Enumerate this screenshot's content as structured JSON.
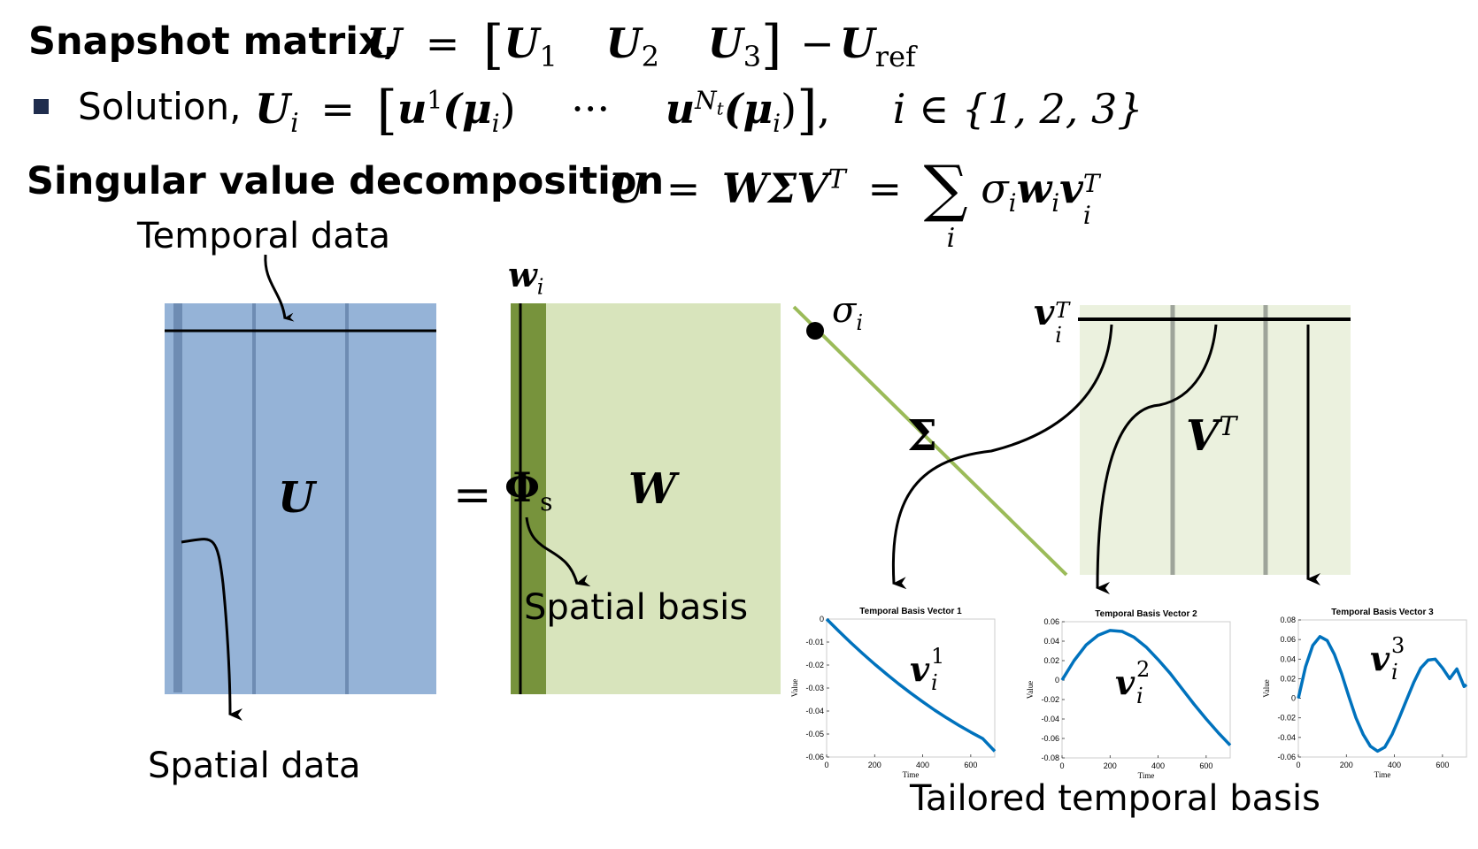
{
  "header": {
    "snapshot_title": "Snapshot matrix,",
    "snapshot_eq": {
      "lhs": "U",
      "eq": "=",
      "b1": "U",
      "s1": "1",
      "b2": "U",
      "s2": "2",
      "b3": "U",
      "s3": "3",
      "minus": "−",
      "bref": "U",
      "sref": "ref"
    },
    "solution_label": "Solution,",
    "solution_eq": {
      "lhs": "U",
      "lhs_sub": "i",
      "eq": "=",
      "u1": "u",
      "u1_sup": "1",
      "arg1": "(μ",
      "arg1_sub": "i",
      "arg1_close": ")",
      "dots": "···",
      "u2": "u",
      "u2_sup": "N",
      "u2_supsub": "t",
      "arg2": "(μ",
      "arg2_sub": "i",
      "arg2_close": ")",
      "comma": ",",
      "set": "i ∈ {1, 2, 3}"
    },
    "svd_title": "Singular value decomposition",
    "svd_eq": {
      "lhs": "U",
      "eq": "=",
      "rhs": "WΣV",
      "sup": "T",
      "eq2": "=",
      "sum": "∑",
      "sum_sub": "i",
      "sigma": "σ",
      "w": "w",
      "v": "v",
      "sub": "i",
      "vsup": "T"
    }
  },
  "labels": {
    "temporal_data": "Temporal data",
    "spatial_data": "Spatial data",
    "spatial_basis": "Spatial basis",
    "tailored_temporal_basis": "Tailored temporal basis"
  },
  "matrices": {
    "U": {
      "symbol": "U",
      "color": "#95b3d7",
      "stripe_color": "#6e8cb3"
    },
    "eq": "=",
    "phi": {
      "symbol": "Φ",
      "sub": "s"
    },
    "W": {
      "symbol": "W",
      "color": "#d8e4bc",
      "column_color": "#77933c",
      "col_label": "w",
      "col_label_sub": "i"
    },
    "Sigma": {
      "symbol": "Σ",
      "line_color": "#9bbb59",
      "point_label": "σ",
      "point_sub": "i"
    },
    "VT": {
      "symbol": "V",
      "sup": "T",
      "color": "#ebf1de",
      "row_label": "v",
      "row_label_sub": "i",
      "row_label_sup": "T"
    }
  },
  "chart_data": [
    {
      "type": "line",
      "title": "Temporal Basis Vector 1",
      "xlabel": "Time",
      "ylabel": "Value",
      "xlim": [
        0,
        700
      ],
      "ylim": [
        -0.06,
        0
      ],
      "xticks": [
        0,
        200,
        400,
        600
      ],
      "yticks": [
        0,
        -0.01,
        -0.02,
        -0.03,
        -0.04,
        -0.05,
        -0.06
      ],
      "ytick_labels": [
        "0",
        "-0.01",
        "-0.02",
        "-0.03",
        "-0.04",
        "-0.05",
        "-0.06"
      ],
      "series": [
        {
          "color": "#0072bd",
          "x": [
            0,
            50,
            100,
            150,
            200,
            250,
            300,
            350,
            400,
            450,
            500,
            550,
            600,
            650,
            700
          ],
          "y": [
            0,
            -0.0052,
            -0.0102,
            -0.015,
            -0.0196,
            -0.024,
            -0.0282,
            -0.0322,
            -0.036,
            -0.0396,
            -0.043,
            -0.0462,
            -0.0492,
            -0.052,
            -0.0575
          ]
        }
      ],
      "annotation": {
        "base": "v",
        "sub": "i",
        "sup": "1"
      }
    },
    {
      "type": "line",
      "title": "Temporal Basis Vector 2",
      "xlabel": "Time",
      "ylabel": "Value",
      "xlim": [
        0,
        700
      ],
      "ylim": [
        -0.08,
        0.06
      ],
      "xticks": [
        0,
        200,
        400,
        600
      ],
      "yticks": [
        0.06,
        0.04,
        0.02,
        0,
        -0.02,
        -0.04,
        -0.06,
        -0.08
      ],
      "ytick_labels": [
        "0.06",
        "0.04",
        "0.02",
        "0",
        "-0.02",
        "-0.04",
        "-0.06",
        "-0.08"
      ],
      "series": [
        {
          "color": "#0072bd",
          "x": [
            0,
            50,
            100,
            150,
            200,
            250,
            300,
            350,
            400,
            450,
            500,
            550,
            600,
            650,
            700
          ],
          "y": [
            0.0,
            0.02,
            0.036,
            0.046,
            0.051,
            0.05,
            0.044,
            0.034,
            0.021,
            0.007,
            -0.009,
            -0.025,
            -0.04,
            -0.054,
            -0.067
          ]
        }
      ],
      "annotation": {
        "base": "v",
        "sub": "i",
        "sup": "2"
      }
    },
    {
      "type": "line",
      "title": "Temporal Basis Vector 3",
      "xlabel": "Time",
      "ylabel": "Value",
      "xlim": [
        0,
        700
      ],
      "ylim": [
        -0.06,
        0.08
      ],
      "xticks": [
        0,
        200,
        400,
        600
      ],
      "yticks": [
        0.08,
        0.06,
        0.04,
        0.02,
        0,
        -0.02,
        -0.04,
        -0.06
      ],
      "ytick_labels": [
        "0.08",
        "0.06",
        "0.04",
        "0.02",
        "0",
        "-0.02",
        "-0.04",
        "-0.06"
      ],
      "series": [
        {
          "color": "#0072bd",
          "x": [
            0,
            30,
            60,
            90,
            120,
            150,
            180,
            210,
            240,
            270,
            300,
            330,
            360,
            390,
            420,
            450,
            480,
            510,
            540,
            570,
            600,
            630,
            660,
            690,
            700
          ],
          "y": [
            0.0,
            0.032,
            0.054,
            0.063,
            0.059,
            0.045,
            0.025,
            0.002,
            -0.02,
            -0.037,
            -0.049,
            -0.054,
            -0.05,
            -0.037,
            -0.02,
            -0.002,
            0.016,
            0.031,
            0.039,
            0.04,
            0.031,
            0.02,
            0.03,
            0.012,
            0.014
          ]
        }
      ],
      "annotation": {
        "base": "v",
        "sub": "i",
        "sup": "3"
      }
    }
  ]
}
